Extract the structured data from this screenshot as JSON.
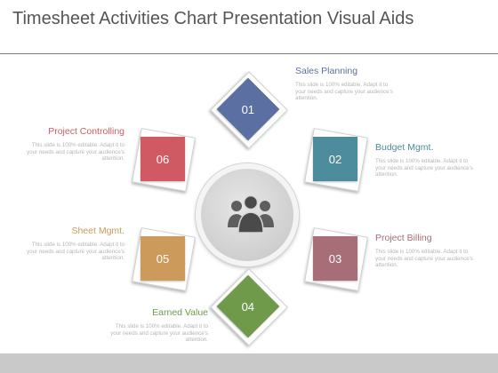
{
  "title": "Timesheet Activities Chart Presentation Visual Aids",
  "center": {
    "icon": "people-group-icon"
  },
  "steps": [
    {
      "number": "01",
      "label": "Sales Planning",
      "desc": "This slide is 100% editable. Adapt it to your needs and capture your audience's attention.",
      "color": "#5c6fa3",
      "label_color": "#5c6fa3"
    },
    {
      "number": "02",
      "label": "Budget Mgmt.",
      "desc": "This slide is 100% editable. Adapt it to your needs and capture your audience's attention.",
      "color": "#4d8c9c",
      "label_color": "#4d8c9c"
    },
    {
      "number": "03",
      "label": "Project Billing",
      "desc": "This slide is 100% editable. Adapt it to your needs and capture your audience's attention.",
      "color": "#a86e77",
      "label_color": "#a86e77"
    },
    {
      "number": "04",
      "label": "Earned Value",
      "desc": "This slide is 100% editable. Adapt it to your needs and capture your audience's attention.",
      "color": "#6f9a4a",
      "label_color": "#6f9a4a"
    },
    {
      "number": "05",
      "label": "Sheet Mgmt.",
      "desc": "This slide is 100% editable. Adapt it to your needs and capture your audience's attention.",
      "color": "#cc9a5a",
      "label_color": "#cc9a5a"
    },
    {
      "number": "06",
      "label": "Project Controlling",
      "desc": "This slide is 100% editable. Adapt it to your needs and capture your audience's attention.",
      "color": "#cf5a64",
      "label_color": "#cf5a64"
    }
  ]
}
